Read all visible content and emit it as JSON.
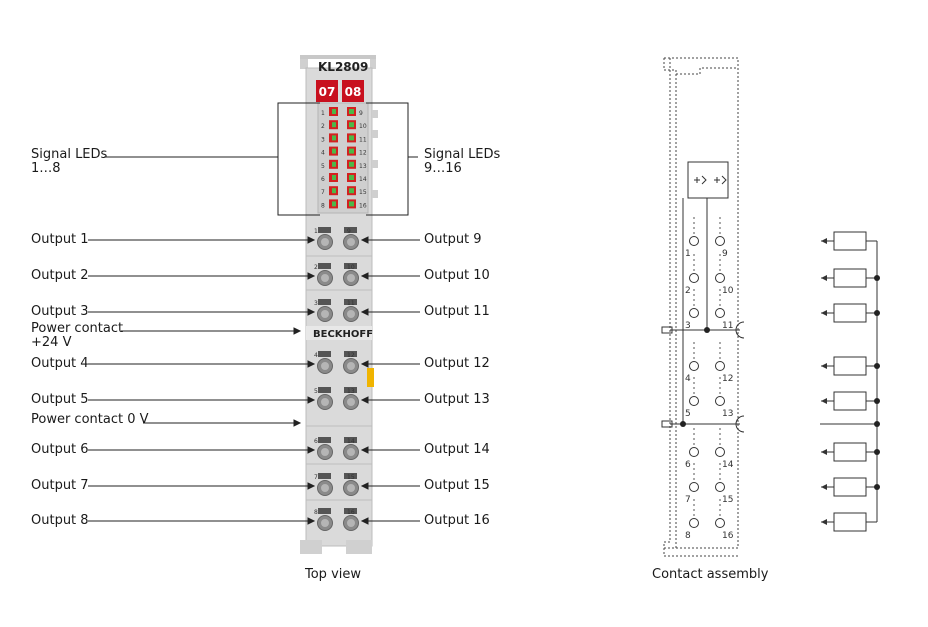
{
  "module": {
    "model": "KL2809",
    "led_badges": [
      "07",
      "08"
    ],
    "led_rows_left": [
      "1",
      "2",
      "3",
      "4",
      "5",
      "6",
      "7",
      "8"
    ],
    "led_rows_right": [
      "9",
      "10",
      "11",
      "12",
      "13",
      "14",
      "15",
      "16"
    ],
    "brand": "BECKHOFF",
    "colors": {
      "badge": "#c8101e",
      "led_green": "#4cb848",
      "led_red": "#d42020",
      "housing": "#dadada",
      "latch": "#f0b400"
    }
  },
  "callouts": {
    "signal_leds_left": [
      "Signal LEDs",
      "1…8"
    ],
    "signal_leds_right": [
      "Signal LEDs",
      "9…16"
    ],
    "left_outputs": [
      "Output 1",
      "Output 2",
      "Output 3",
      "Output 4",
      "Output 5",
      "Output 6",
      "Output 7",
      "Output 8"
    ],
    "right_outputs": [
      "Output 9",
      "Output 10",
      "Output 11",
      "Output 12",
      "Output 13",
      "Output 14",
      "Output 15",
      "Output 16"
    ],
    "power_24v": [
      "Power contact",
      "+24 V"
    ],
    "power_0v": "Power contact 0 V"
  },
  "captions": {
    "top_view": "Top view",
    "contact_assembly": "Contact assembly"
  }
}
